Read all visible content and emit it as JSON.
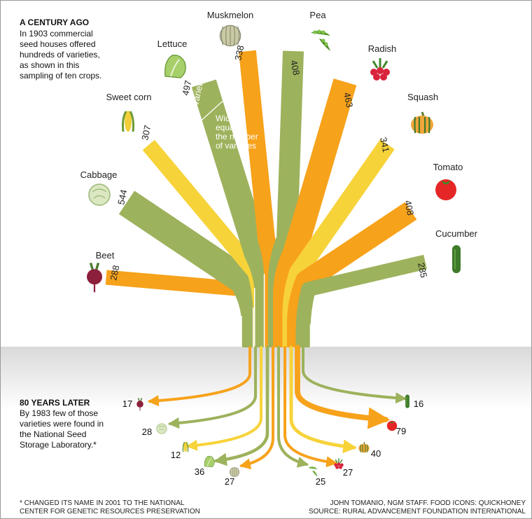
{
  "past_title": "A CENTURY AGO",
  "past_text": "In 1903 commercial seed houses offered hundreds of varieties, as shown in this sampling of ten crops.",
  "present_title": "80 YEARS LATER",
  "present_text": "By 1983 few of those varieties were found in the National Seed Storage Laboratory.*",
  "width_note": "Width equals the number of varieties",
  "lettuce_unit": "varieties",
  "footnote": "* CHANGED ITS NAME IN 2001 TO THE NATIONAL CENTER FOR GENETIC RESOURCES PRESERVATION",
  "credit": "JOHN TOMANIO, NGM STAFF. FOOD ICONS: QUICKHONEY",
  "source": "SOURCE: RURAL ADVANCEMENT FOUNDATION INTERNATIONAL",
  "colors": {
    "orange": "#f7a21b",
    "green": "#9db25c",
    "yellow": "#f7d33a"
  },
  "chart_data": {
    "type": "bar",
    "categories": [
      "Beet",
      "Cabbage",
      "Sweet corn",
      "Lettuce",
      "Muskmelon",
      "Pea",
      "Radish",
      "Squash",
      "Tomato",
      "Cucumber"
    ],
    "series": [
      {
        "name": "1903",
        "values": [
          288,
          544,
          307,
          497,
          338,
          408,
          463,
          341,
          408,
          285
        ]
      },
      {
        "name": "1983",
        "values": [
          17,
          28,
          12,
          36,
          27,
          25,
          27,
          40,
          79,
          16
        ]
      }
    ],
    "icons": [
      "beet-icon",
      "cabbage-icon",
      "sweet-corn-icon",
      "lettuce-icon",
      "muskmelon-icon",
      "pea-icon",
      "radish-icon",
      "squash-icon",
      "tomato-icon",
      "cucumber-icon"
    ]
  }
}
